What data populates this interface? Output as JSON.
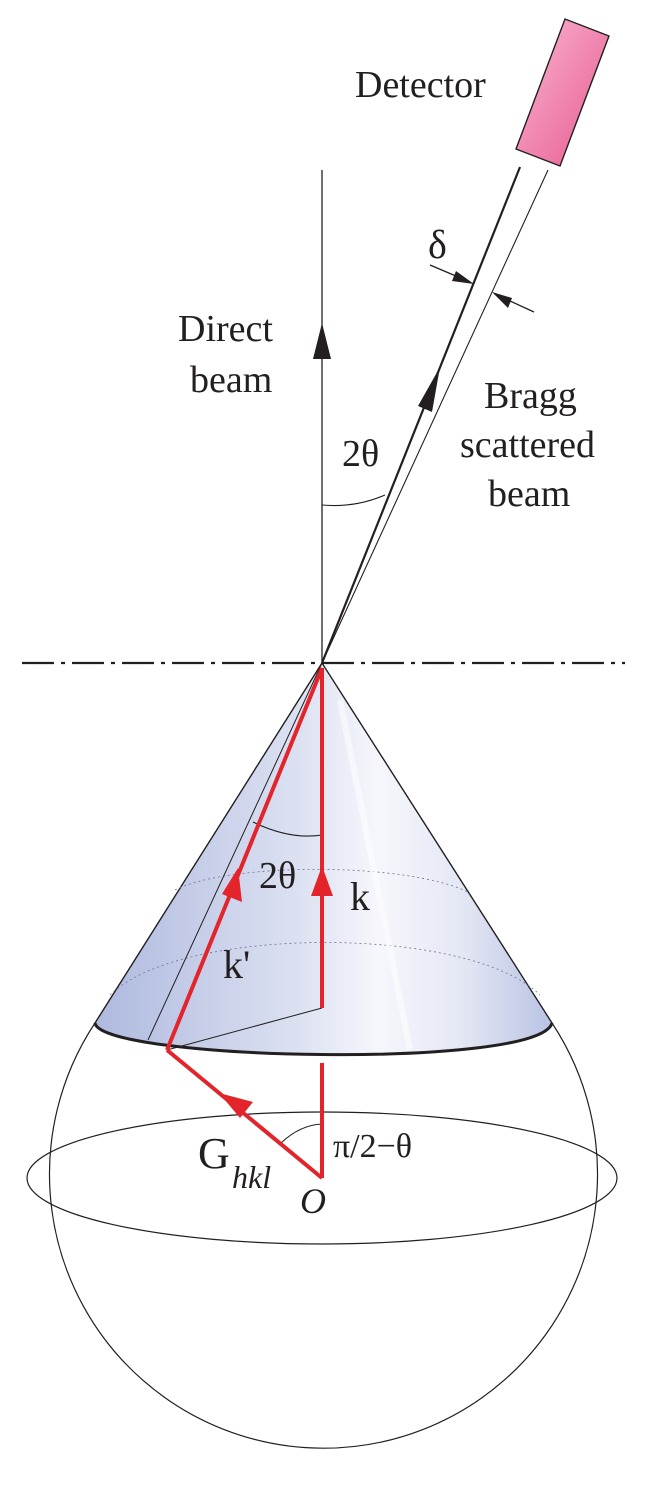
{
  "labels": {
    "detector": "Detector",
    "delta": "δ",
    "direct_beam_line1": "Direct",
    "direct_beam_line2": "beam",
    "bragg_line1": "Bragg",
    "bragg_line2": "scattered",
    "bragg_line3": "beam",
    "two_theta_upper": "2θ",
    "two_theta_cone": "2θ",
    "k": "k",
    "k_prime": "k'",
    "g": "G",
    "g_subscript": "hkl",
    "pi_angle": "π/2−θ",
    "origin": "O"
  },
  "colors": {
    "vector_red": "#e3242b",
    "line": "#231f20",
    "detector_fill": "#f06fa4",
    "cone_fill": "#c6cfe8",
    "cone_highlight": "#f4f6fc"
  }
}
